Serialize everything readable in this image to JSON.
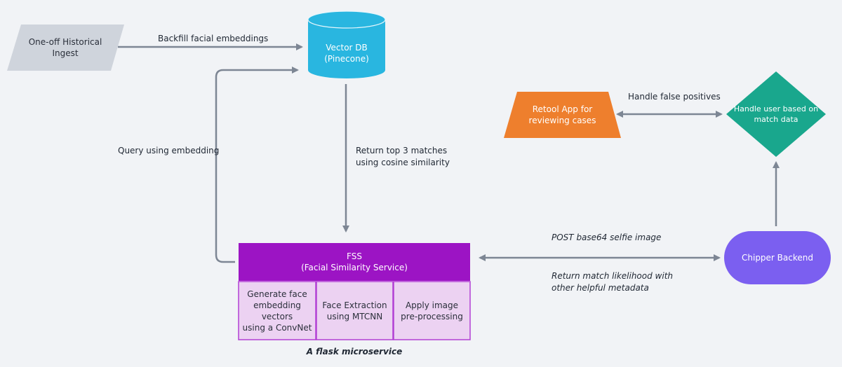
{
  "nodes": {
    "historical_ingest": {
      "line1": "One-off Historical",
      "line2": "Ingest",
      "color": "#cfd4dc"
    },
    "vector_db": {
      "line1": "Vector DB",
      "line2": "(Pinecone)",
      "color": "#29b6e0"
    },
    "retool_app": {
      "line1": "Retool App for",
      "line2": "reviewing cases",
      "color": "#ee7f2d"
    },
    "handle_user": {
      "line1": "Handle user based on",
      "line2": "match data",
      "color": "#19a78d"
    },
    "chipper_backend": {
      "label": "Chipper Backend",
      "color": "#7b5ff0"
    },
    "fss": {
      "title": "FSS",
      "subtitle": "(Facial Similarity Service)",
      "color": "#9c14c4",
      "cell_color": "#ecd2f2",
      "cells": [
        {
          "lines": [
            "Generate face",
            "embedding",
            "vectors",
            "using a ConvNet"
          ]
        },
        {
          "lines": [
            "Face Extraction",
            "using MTCNN"
          ]
        },
        {
          "lines": [
            "Apply image",
            "pre-processing"
          ]
        }
      ],
      "caption": "A flask microservice"
    }
  },
  "edges": {
    "backfill": "Backfill facial embeddings",
    "query": "Query using embedding",
    "return_top_line1": "Return top 3 matches",
    "return_top_line2": "using cosine similarity",
    "false_positives": "Handle false positives",
    "post_selfie": "POST base64 selfie image",
    "return_likelihood_line1": "Return match likelihood with",
    "return_likelihood_line2": "other helpful metadata"
  },
  "colors": {
    "arrow": "#7d8694"
  }
}
